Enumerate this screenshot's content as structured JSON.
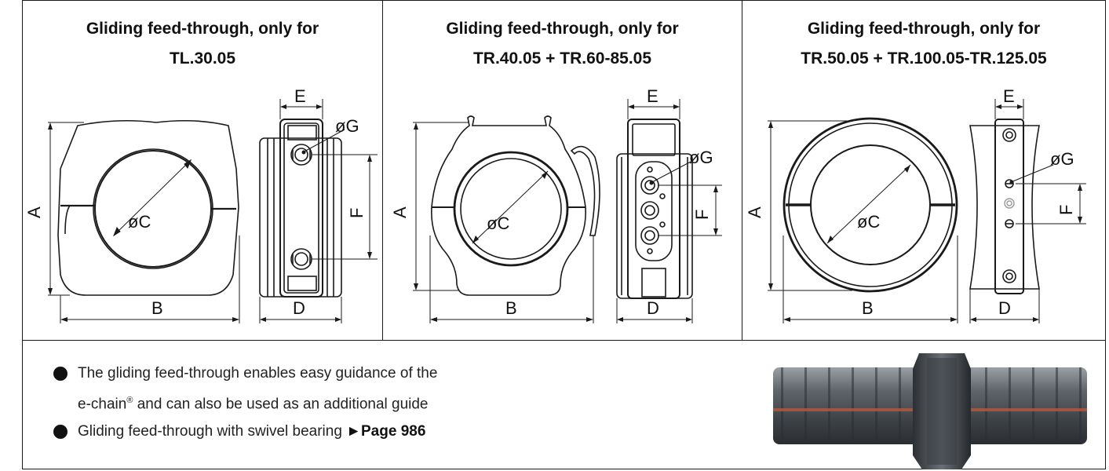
{
  "panels": [
    {
      "title_line1": "Gliding feed-through, only for",
      "title_line2": "TL.30.05"
    },
    {
      "title_line1": "Gliding feed-through, only for",
      "title_line2": "TR.40.05 + TR.60-85.05"
    },
    {
      "title_line1": "Gliding feed-through, only for",
      "title_line2": "TR.50.05 + TR.100.05-TR.125.05"
    }
  ],
  "dims": {
    "A": "A",
    "B": "B",
    "C": "øC",
    "D": "D",
    "E": "E",
    "F": "F",
    "G": "øG"
  },
  "features": {
    "item1_line1": "The gliding feed-through enables easy guidance of the",
    "item1_line2_pre": "e-chain",
    "item1_reg": "®",
    "item1_line2_post": " and can also be used as an additional guide",
    "item2_text": "Gliding feed-through with swivel bearing ",
    "item2_arrow": "►",
    "item2_link": "Page 986"
  },
  "colors": {
    "line": "#1a1a1a",
    "chain": "#4a4f55",
    "accent_stripe": "#b5583c"
  },
  "photo": {
    "icon": "e-chain-photo"
  }
}
